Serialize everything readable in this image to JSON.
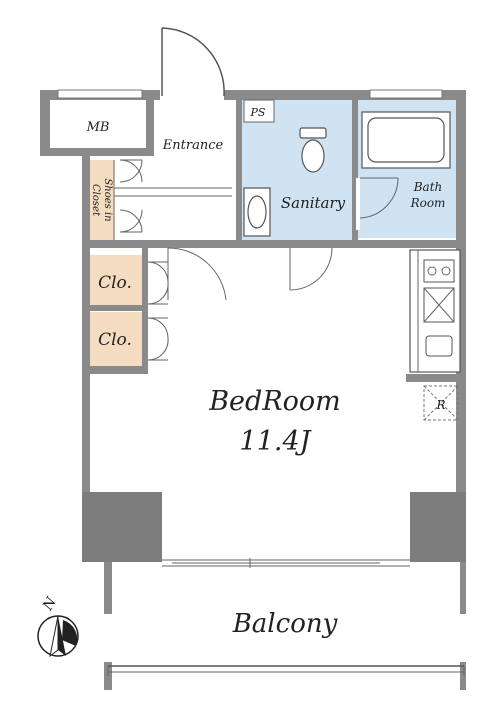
{
  "rooms": {
    "mb": "MB",
    "entrance": "Entrance",
    "ps": "PS",
    "sanitary": "Sanitary",
    "bath_line1": "Bath",
    "bath_line2": "Room",
    "shoes_line1": "Shoes in",
    "shoes_line2": "Closet",
    "closet1": "Clo.",
    "closet2": "Clo.",
    "bedroom": "BedRoom",
    "bedroom_size": "11.4J",
    "balcony": "Balcony",
    "refrigerator": "R"
  },
  "compass": {
    "north": "N"
  },
  "colors": {
    "wall": "#8a8a8a",
    "sanitary_fill": "#cfe3f3",
    "closet_fill": "#f3dcc0"
  }
}
